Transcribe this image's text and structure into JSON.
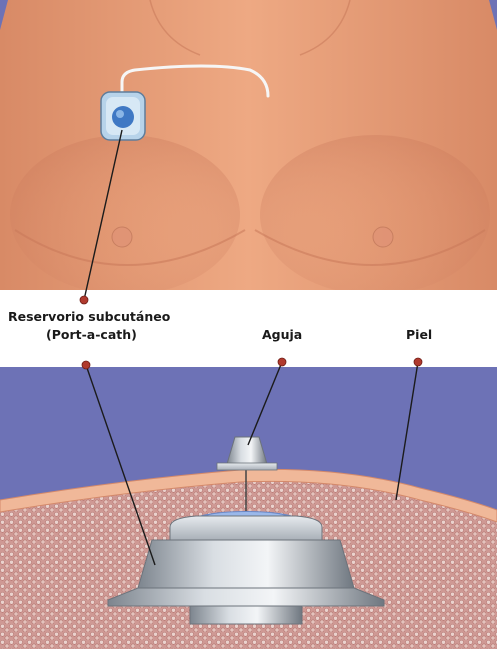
{
  "labels": {
    "port_line1": "Reservorio subcutáneo",
    "port_line2": "(Port-a-cath)",
    "needle": "Aguja",
    "skin": "Piel"
  },
  "colors": {
    "background_blue": "#6d72b6",
    "skin": "#e79f7a",
    "skin_layer": "#f0b899",
    "tissue": "#d6a49f",
    "pointer_dot": "#b03a2e",
    "metal": "#b9c0c8"
  }
}
